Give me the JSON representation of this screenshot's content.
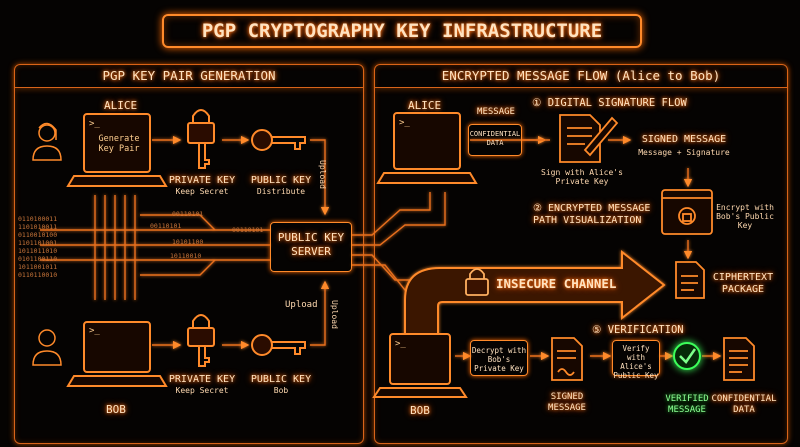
{
  "title": "PGP CRYPTOGRAPHY KEY INFRASTRUCTURE",
  "left_panel": {
    "title": "PGP KEY PAIR GENERATION",
    "alice": "ALICE",
    "bob": "BOB",
    "screen_prompt": ">_",
    "screen_text": "Generate Key Pair",
    "alice_private_key": "PRIVATE KEY",
    "alice_private_sub": "Keep Secret",
    "alice_public_key": "PUBLIC KEY",
    "alice_public_sub": "Distribute",
    "bob_private_key": "PRIVATE KEY",
    "bob_private_sub": "Keep Secret",
    "bob_public_key": "PUBLIC KEY",
    "bob_public_sub": "Bob",
    "upload_top": "Upload",
    "upload_bottom": "Upload",
    "upload_side": "Upload",
    "server": "PUBLIC KEY SERVER",
    "binary_1": "00110101",
    "binary_2": "00110101",
    "binary_3": "00110101",
    "binary_4": "10101100",
    "binary_5": "10110010",
    "binary_left": "0110100011\n1101010011\n0110010100\n1101101001\n1011011010\n0101100110\n1011001011\n0110110010"
  },
  "right_panel": {
    "title": "ENCRYPTED MESSAGE FLOW (Alice to Bob)",
    "alice": "ALICE",
    "bob": "BOB",
    "message": "MESSAGE",
    "confidential": "CONFIDENTIAL DATA",
    "step1": "① DIGITAL SIGNATURE FLOW",
    "sign_with": "Sign with Alice's Private Key",
    "signed_message": "SIGNED MESSAGE",
    "signed_sub": "Message + Signature",
    "step2": "② ENCRYPTED MESSAGE PATH VISUALIZATION",
    "encrypt_with": "Encrypt with Bob's Public Key",
    "insecure": "INSECURE CHANNEL",
    "ciphertext": "CIPHERTEXT PACKAGE",
    "step5": "⑤ VERIFICATION",
    "decrypt_with": "Decrypt with Bob's Private Key",
    "signed_message_2": "SIGNED MESSAGE",
    "verify_with": "Verify with Alice's Public Key",
    "verified": "VERIFIED MESSAGE",
    "confidential_data": "CONFIDENTIAL DATA"
  }
}
